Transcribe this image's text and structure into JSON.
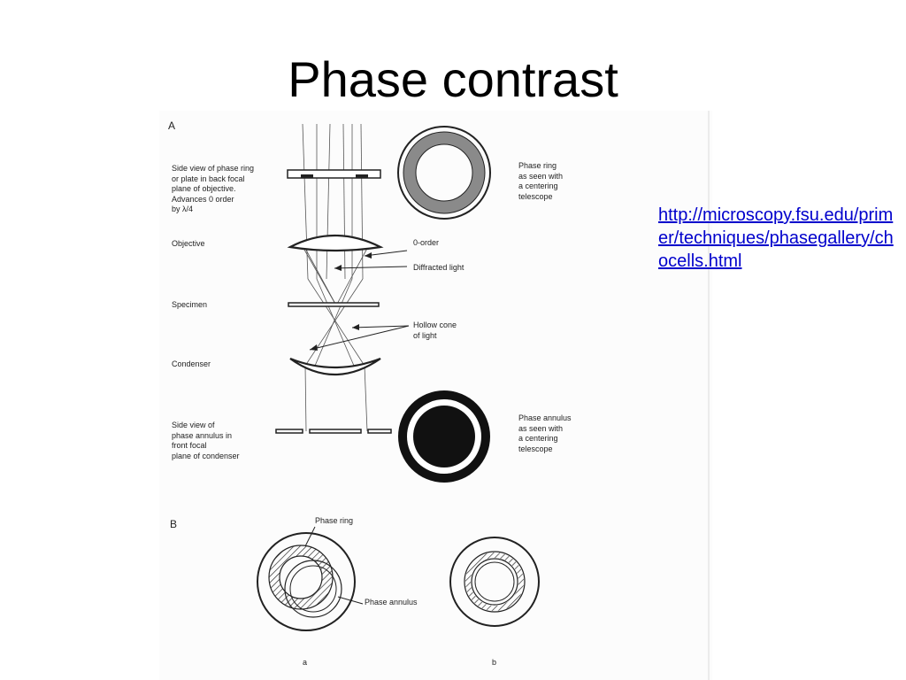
{
  "slide": {
    "title": "Phase contrast",
    "link": "http://microscopy.fsu.edu/primer/techniques/phasegallery/chocells.html"
  },
  "figure": {
    "panel_a": "A",
    "panel_b": "B",
    "labels": {
      "phase_plate": "Side view of phase ring\nor plate in back focal\nplane of objective.\nAdvances 0 order\nby λ/4",
      "objective": "Objective",
      "specimen": "Specimen",
      "condenser": "Condenser",
      "annulus_side": "Side view of\nphase annulus in\nfront focal\nplane of condenser",
      "ring_view": "Phase ring\nas seen with\na centering\ntelescope",
      "annulus_view": "Phase annulus\nas seen with\na centering\ntelescope",
      "zero_order": "0-order",
      "diffracted": "Diffracted light",
      "hollow_cone": "Hollow cone\nof light",
      "phase_ring_b": "Phase ring",
      "phase_annulus_b": "Phase annulus",
      "sub_a": "a",
      "sub_b": "b"
    },
    "colors": {
      "line": "#222222",
      "ring_fill": "#8a8a8a",
      "link": "#0000cc"
    }
  }
}
